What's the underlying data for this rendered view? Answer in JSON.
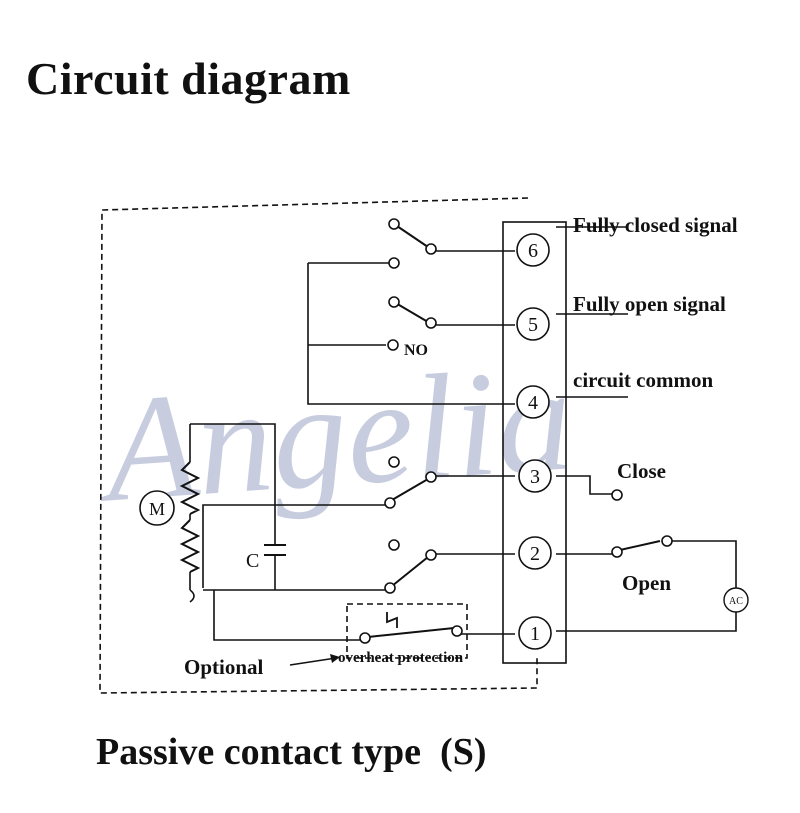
{
  "title": "Circuit diagram",
  "subtitle": "Passive contact type  (S)",
  "watermark": "Angelia",
  "terminals": [
    {
      "num": "6",
      "label": "Fully closed signal"
    },
    {
      "num": "5",
      "label": "Fully open signal"
    },
    {
      "num": "4",
      "label": "circuit common"
    },
    {
      "num": "3",
      "label": "Close"
    },
    {
      "num": "2",
      "label": "Open"
    },
    {
      "num": "1",
      "label": ""
    }
  ],
  "labels": {
    "no": "NO",
    "motor": "M",
    "capacitor": "C",
    "ac": "AC",
    "optional": "Optional",
    "overheat": "overheat protection"
  }
}
